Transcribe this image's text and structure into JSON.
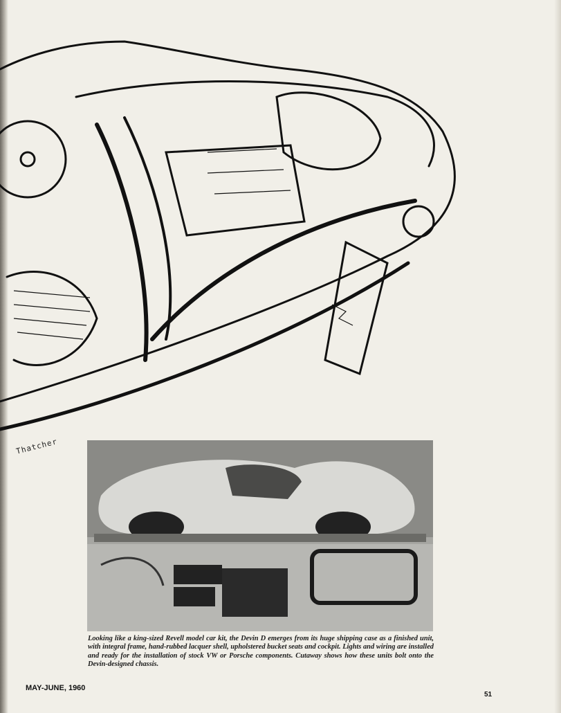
{
  "illustration": {
    "signature": "Thatcher"
  },
  "caption": "Looking like a king-sized Revell model car kit, the Devin D emerges from its huge shipping case as a finished unit, with integral frame, hand-rubbed lacquer shell, upholstered bucket seats and cockpit. Lights and wiring are installed and ready for the installation of stock VW or Porsche components. Cutaway shows how these units bolt onto the Devin-designed chassis.",
  "footer": {
    "issue": "MAY-JUNE, 1960",
    "page_number": "51"
  }
}
